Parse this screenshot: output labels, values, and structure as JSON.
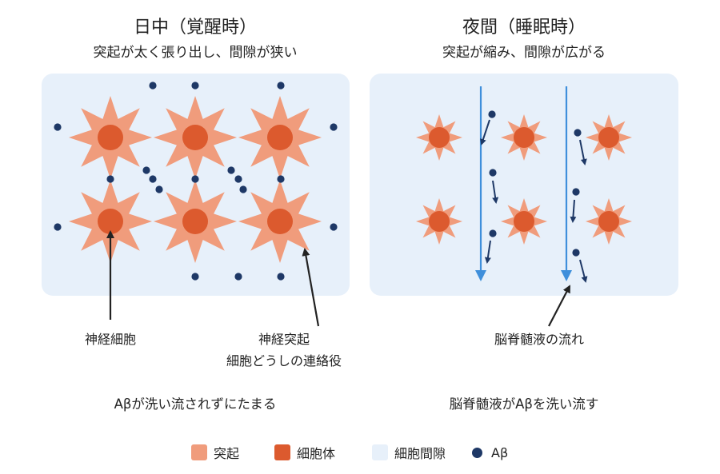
{
  "colors": {
    "process": "#f09c7c",
    "cell_body": "#dc5a2e",
    "space": "#e7f0fa",
    "abeta": "#1e3866",
    "csf_flow": "#3f8fdb",
    "arrow": "#222222"
  },
  "day": {
    "title": "日中（覚醒時）",
    "subtitle": "突起が太く張り出し、間隙が狭い",
    "label_neuron": "神経細胞",
    "label_process_line1": "神経突起",
    "label_process_line2": "細胞どうしの連絡役",
    "note": "Aβが洗い流されずにたまる"
  },
  "night": {
    "title": "夜間（睡眠時）",
    "subtitle": "突起が縮み、間隙が広がる",
    "label_csf": "脳脊髄液の流れ",
    "note": "脳脊髄液がAβを洗い流す"
  },
  "legend": {
    "process": "突起",
    "cell_body": "細胞体",
    "space": "細胞間隙",
    "abeta": "Aβ"
  },
  "icons": {
    "abeta": "filled-dot",
    "neuron": "star-with-core"
  }
}
